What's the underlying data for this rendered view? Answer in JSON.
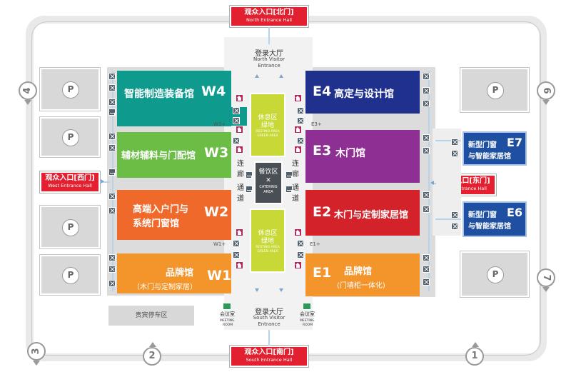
{
  "entrances": {
    "north": {
      "cn": "观众入口[北门]",
      "en": "North Entrance Hall"
    },
    "south": {
      "cn": "观众入口[南门]",
      "en": "South Entrance Hall"
    },
    "west": {
      "cn": "观众入口[西门]",
      "en": "West Entrance Hall"
    },
    "east": {
      "cn": "观众入口[东门]",
      "en": "East Entrance Hall"
    }
  },
  "lobbies": {
    "north": {
      "cn": "登录大厅",
      "en1": "North Visitor",
      "en2": "Entrance"
    },
    "south": {
      "cn": "登录大厅",
      "en1": "South Visitor",
      "en2": "Entrance"
    }
  },
  "halls": {
    "w4": {
      "name": "智能制造装备馆",
      "code": "W4",
      "color": "#0f9a8e"
    },
    "w3": {
      "name": "辅材辅料与门配馆",
      "code": "W3",
      "color": "#6bbd45"
    },
    "w2": {
      "name_line1": "高端入户门与",
      "name_line2": "系统门窗馆",
      "code": "W2",
      "color": "#ef6a2a"
    },
    "w1": {
      "name": "品牌馆",
      "sub": "（木门与定制家居）",
      "code": "W1",
      "color": "#f3952a"
    },
    "e4": {
      "name": "高定与设计馆",
      "code": "E4",
      "color": "#20308d"
    },
    "e3": {
      "name": "木门馆",
      "code": "E3",
      "color": "#8e2f93"
    },
    "e2": {
      "name": "木门与定制家居馆",
      "code": "E2",
      "color": "#d4222a"
    },
    "e1": {
      "name": "品牌馆",
      "sub": "(门墙柜一体化)",
      "code": "E1",
      "color": "#f3952a"
    },
    "e7": {
      "line1": "新型门窗",
      "line2": "与智能家居馆",
      "code": "E7",
      "color": "#1e4fa0"
    },
    "e6": {
      "line1": "新型门窗",
      "line2": "与智能家居馆",
      "code": "E6",
      "color": "#1e4fa0"
    }
  },
  "corridor": {
    "left_chars": [
      "连",
      "廊",
      "通",
      "道"
    ],
    "right_chars": [
      "连",
      "廊",
      "通",
      "道"
    ],
    "rest_top": {
      "cn1": "休息区",
      "cn2": "绿地",
      "en1": "RESTING AREA",
      "en2": "GREEN AREA"
    },
    "rest_bottom": {
      "cn1": "休息区",
      "cn2": "绿地",
      "en1": "RESTING AREA",
      "en2": "GREEN AREA"
    },
    "catering": {
      "cn": "餐饮区",
      "en1": "CATERING",
      "en2": "AREA"
    }
  },
  "meeting_rooms": {
    "left": {
      "cn": "会议室",
      "en1": "MEETING",
      "en2": "ROOM"
    },
    "right": {
      "cn": "会议室",
      "en1": "MEETING",
      "en2": "ROOM"
    }
  },
  "connector_labels": {
    "w3": "W3+",
    "e3": "E3+",
    "w1": "W1+",
    "e1": "E1+"
  },
  "parking": {
    "symbol": "P",
    "vip": "贵宾停车区"
  },
  "gates": {
    "g1": "1",
    "g2": "2",
    "g3": "3",
    "g4": "4",
    "g6": "6",
    "g7": "7"
  },
  "colors": {
    "entrance_red": "#e22030",
    "rest_green": "#c8d937",
    "catering_gray": "#4a4f55"
  }
}
